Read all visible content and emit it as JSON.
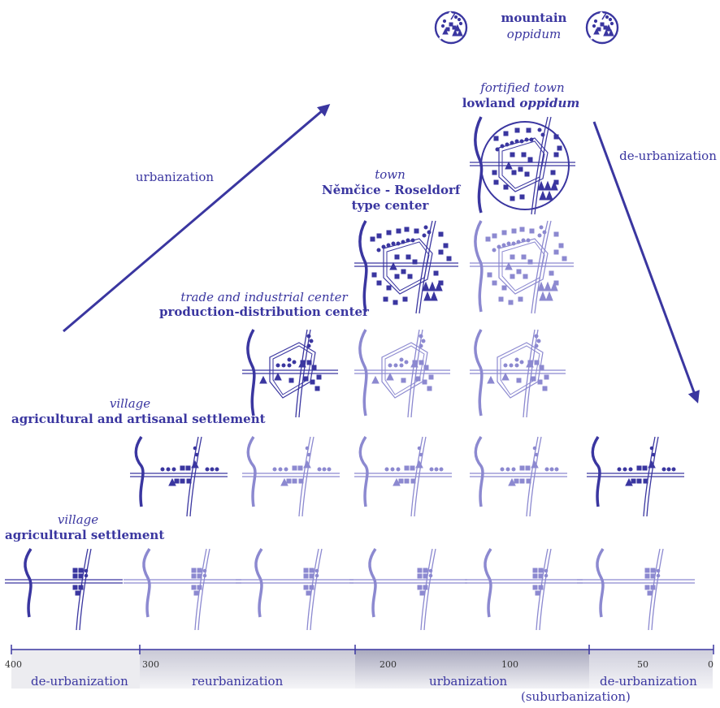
{
  "labels": {
    "mountain": "mountain",
    "oppidum": "oppidum",
    "fortified_town": "fortified town",
    "lowland_oppidum_prefix": "lowland ",
    "lowland_oppidum_italic": "oppidum",
    "town": "town",
    "nemcice_line1": "Němčice - Roseldorf",
    "nemcice_line2": "type center",
    "trade_center": "trade and industrial center",
    "production_center": "production-distribution center",
    "village_1": "village",
    "agri_artisanal": "agricultural and artisanal settlement",
    "village_2": "village",
    "agri_settlement": "agricultural settlement",
    "urbanization_arrow": "urbanization",
    "deurbanization_arrow": "de-urbanization"
  },
  "timeline": {
    "ticks": [
      "400",
      "300",
      "200",
      "100",
      "50",
      "0"
    ],
    "phases": [
      {
        "label": "de-urbanization"
      },
      {
        "label": "reurbanization"
      },
      {
        "label": "urbanization"
      },
      {
        "label": "(suburbanization)"
      },
      {
        "label": "de-urbanization"
      }
    ]
  },
  "colors": {
    "primary": "#3a36a0",
    "faded": "#8c89d0",
    "band_light": "#e8e8ee",
    "band_dark": "#b8b8c8"
  }
}
